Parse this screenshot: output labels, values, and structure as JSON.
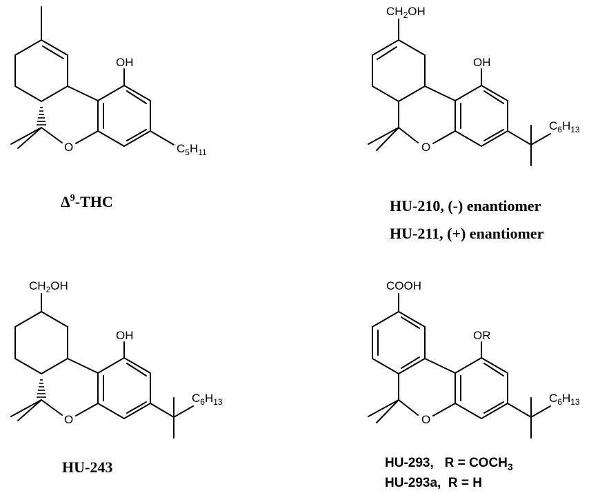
{
  "structures": [
    {
      "id": "thc",
      "caption": "Δ",
      "caption_sup": "9",
      "caption_rest": "-THC",
      "atoms": {
        "hydroxyl": "OH",
        "ring_oxygen": "O",
        "side_chain": "C",
        "side_chain_sub1": "5",
        "side_chain_mid": "H",
        "side_chain_sub2": "11"
      }
    },
    {
      "id": "hu210",
      "caption_line1": "HU-210,  (-) enantiomer",
      "caption_line2": "HU-211, (+) enantiomer",
      "atoms": {
        "top_group": "CH",
        "top_group_sub": "2",
        "top_group_rest": "OH",
        "hydroxyl": "OH",
        "ring_oxygen": "O",
        "side_chain": "C",
        "side_chain_sub1": "6",
        "side_chain_mid": "H",
        "side_chain_sub2": "13"
      }
    },
    {
      "id": "hu243",
      "caption": "HU-243",
      "atoms": {
        "top_group": "CH",
        "top_group_sub": "2",
        "top_group_rest": "OH",
        "hydroxyl": "OH",
        "ring_oxygen": "O",
        "side_chain": "C",
        "side_chain_sub1": "6",
        "side_chain_mid": "H",
        "side_chain_sub2": "13"
      }
    },
    {
      "id": "hu293",
      "caption_line1": "HU-293,   R = COCH",
      "caption_line1_sub": "3",
      "caption_line2": "HU-293a,  R = H",
      "atoms": {
        "top_group": "COOH",
        "hydroxyl": "OR",
        "ring_oxygen": "O",
        "side_chain": "C",
        "side_chain_sub1": "6",
        "side_chain_mid": "H",
        "side_chain_sub2": "13"
      }
    }
  ]
}
